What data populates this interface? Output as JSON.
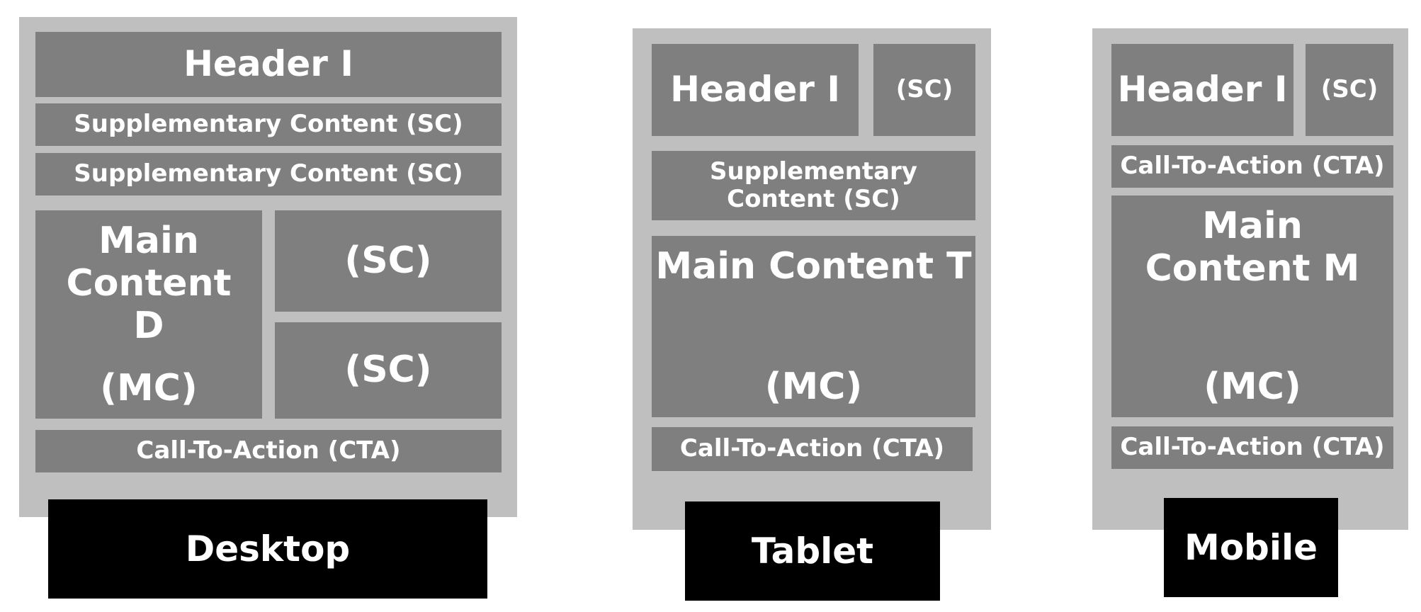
{
  "desktop": {
    "label": "Desktop",
    "header": "Header I",
    "sc_row_1": "Supplementary Content (SC)",
    "sc_row_2": "Supplementary Content (SC)",
    "main_title": "Main Content D",
    "main_abbr": "(MC)",
    "sc_box_1": "(SC)",
    "sc_box_2": "(SC)",
    "cta": "Call-To-Action (CTA)"
  },
  "tablet": {
    "label": "Tablet",
    "header": "Header I",
    "sc_small": "(SC)",
    "sc_row": "Supplementary Content (SC)",
    "main_title": "Main Content T",
    "main_abbr": "(MC)",
    "cta": "Call-To-Action (CTA)"
  },
  "mobile": {
    "label": "Mobile",
    "header": "Header I",
    "sc_small": "(SC)",
    "cta_top": "Call-To-Action (CTA)",
    "main_title": "Main Content M",
    "main_abbr": "(MC)",
    "cta_bottom": "Call-To-Action (CTA)"
  },
  "colors": {
    "frame": "#bfbfbf",
    "block": "#7f7f7f",
    "label_bg": "#000000",
    "text": "#ffffff"
  }
}
